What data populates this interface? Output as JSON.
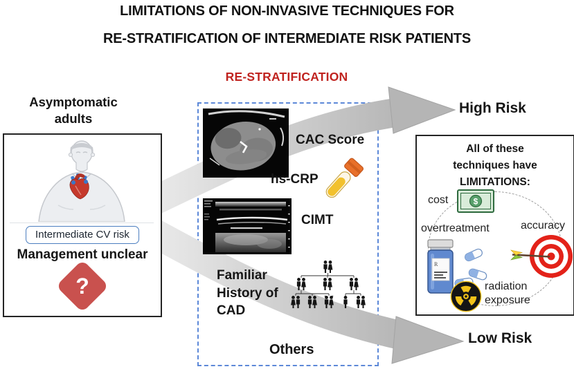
{
  "title": {
    "line1": "LIMITATIONS OF NON-INVASIVE TECHNIQUES FOR",
    "line2": "RE-STRATIFICATION OF INTERMEDIATE RISK PATIENTS"
  },
  "restratification_heading": "RE-STRATIFICATION",
  "left_panel": {
    "heading": "Asymptomatic adults",
    "risk_badge": "Intermediate CV risk",
    "management_text": "Management unclear",
    "question_mark": "?"
  },
  "middle_panel": {
    "cac_label": "CAC Score",
    "hscrp_label": "hs-CRP",
    "cimt_label": "CIMT",
    "family_label": "Familiar History of CAD",
    "others_label": "Others"
  },
  "outcomes": {
    "high_risk": "High Risk",
    "low_risk": "Low Risk"
  },
  "right_panel": {
    "heading_lines": [
      "All of these",
      "techniques have",
      "LIMITATIONS:"
    ],
    "cost_label": "cost",
    "overtreatment_label": "overtreatment",
    "accuracy_label": "accuracy",
    "radiation_label": "radiation exposure"
  },
  "colors": {
    "heading_red": "#c0231f",
    "diamond_red": "#c9514e",
    "dashed_border_blue": "#5c88d8",
    "badge_border_blue": "#4a7dbf",
    "arrow_gray": "#b5b5b5"
  }
}
